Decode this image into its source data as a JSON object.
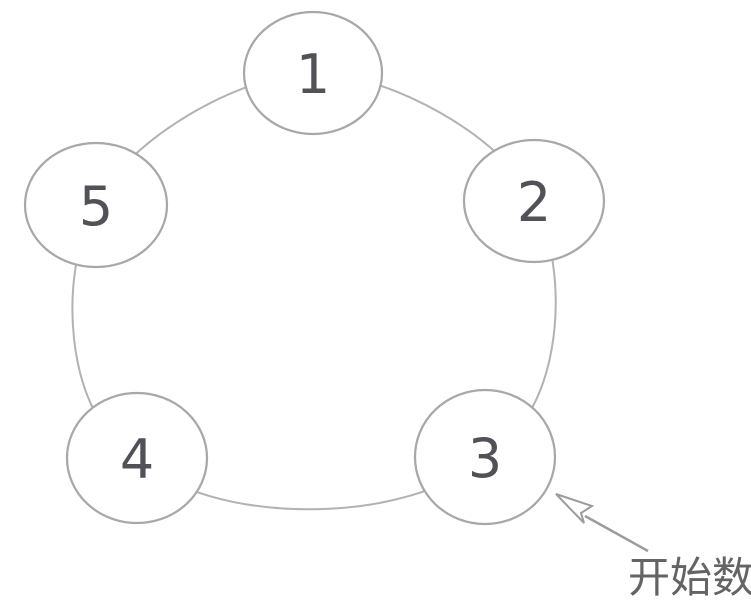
{
  "figure": {
    "nodes": [
      {
        "label": "1"
      },
      {
        "label": "2"
      },
      {
        "label": "3"
      },
      {
        "label": "4"
      },
      {
        "label": "5"
      }
    ],
    "annotation": {
      "label": "开始数"
    },
    "colors": {
      "background": "#ffffff",
      "ring_stroke": "#b3b1b1",
      "node_border": "#a9a7a7",
      "node_fill": "#ffffff",
      "number_color": "#515257",
      "arrow_color": "#9c9c9c",
      "annotation_color": "#646464"
    }
  }
}
